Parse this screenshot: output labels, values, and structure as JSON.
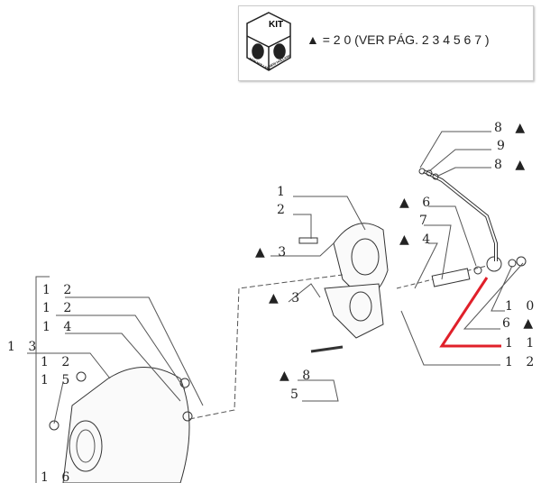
{
  "kit_legend": {
    "badge_text": "KIT",
    "badge_brand": "NEW HOLLAND",
    "legend_text": "▲ = 2 0 (VER PÁG. 2 3 4 5 6 7 )"
  },
  "callouts": [
    "8 ▲",
    "9",
    "8 ▲",
    "▲ 6",
    "7",
    "▲ 4",
    "1 0",
    "6 ▲",
    "1 1",
    "1 2",
    "1",
    "2",
    "▲ 3",
    "▲ 3",
    "▲ 8",
    "5",
    "1 2",
    "1 2",
    "1 4",
    "1 3",
    "1 2",
    "1 5",
    "1 6"
  ],
  "colors": {
    "highlight": "#e0202a",
    "line": "#444444"
  }
}
